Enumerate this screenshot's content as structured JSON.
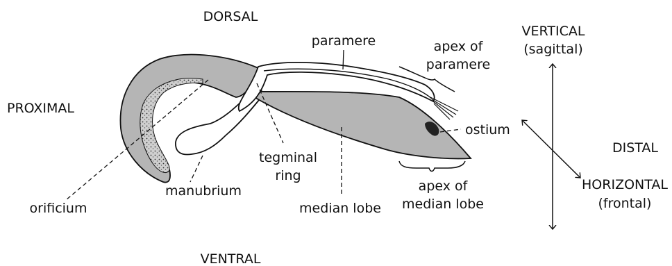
{
  "orientation": {
    "dorsal": "DORSAL",
    "ventral": "VENTRAL",
    "proximal": "PROXIMAL",
    "distal": "DISTAL",
    "vertical_line1": "VERTICAL",
    "vertical_line2": "(sagittal)",
    "horizontal_line1": "HORIZONTAL",
    "horizontal_line2": "(frontal)"
  },
  "parts": {
    "paramere": "paramere",
    "apex_paramere_line1": "apex of",
    "apex_paramere_line2": "paramere",
    "ostium": "ostium",
    "tegminal_line1": "tegminal",
    "tegminal_line2": "ring",
    "manubrium": "manubrium",
    "orificium": "orificium",
    "median_lobe": "median lobe",
    "apex_median_line1": "apex of",
    "apex_median_line2": "median lobe"
  },
  "colors": {
    "structure_fill": "#b5b5b5",
    "outline": "#111111",
    "background": "#ffffff"
  }
}
